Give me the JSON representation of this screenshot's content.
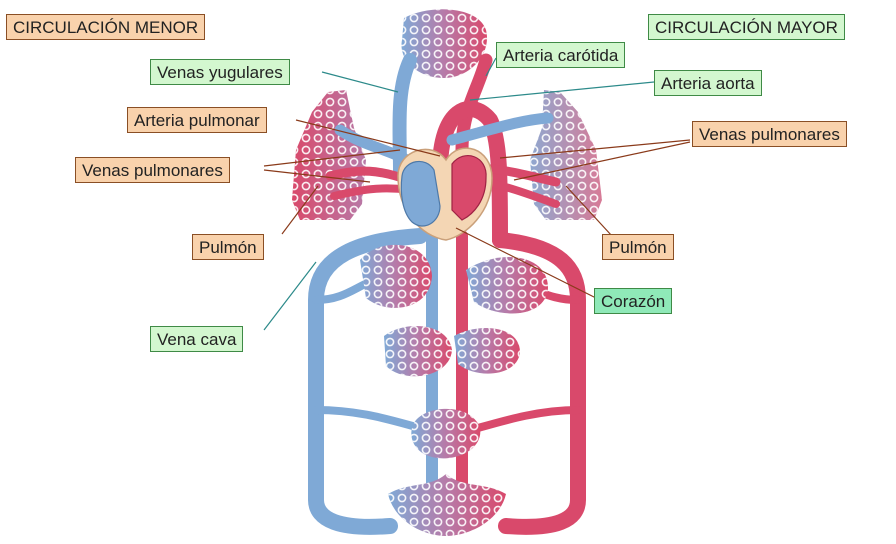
{
  "titles": {
    "left": "CIRCULACIÓN MENOR",
    "right": "CIRCULACIÓN MAYOR"
  },
  "labels": {
    "venas_yugulares": "Venas yugulares",
    "arteria_carotida": "Arteria carótida",
    "arteria_aorta": "Arteria aorta",
    "arteria_pulmonar": "Arteria pulmonar",
    "venas_pulmonares_left": "Venas pulmonares",
    "venas_pulmonares_right": "Venas pulmonares",
    "pulmon_left": "Pulmón",
    "pulmon_right": "Pulmón",
    "corazon": "Corazón",
    "vena_cava": "Vena cava"
  },
  "colors": {
    "vein_blue": "#7fa9d6",
    "artery_red": "#d9496b",
    "heart_tan": "#f4d6b4",
    "label_orange": "#f9d2ac",
    "label_green": "#d3f7cf",
    "label_cyan": "#8fe9b8",
    "leader_teal": "#2c8a8a",
    "leader_brown": "#8a3a1a"
  }
}
